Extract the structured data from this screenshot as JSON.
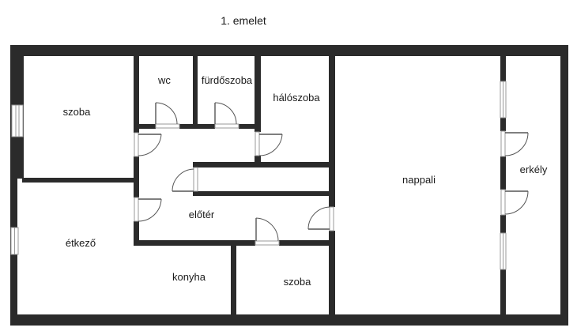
{
  "floor": {
    "title": "1. emelet"
  },
  "rooms": {
    "szoba_1": "szoba",
    "wc": "wc",
    "furdoszoba": "fürdőszoba",
    "haloszoba": "hálószoba",
    "nappali": "nappali",
    "erkely": "erkély",
    "eloter": "előtér",
    "etkezo": "étkező",
    "konyha": "konyha",
    "szoba_2": "szoba"
  }
}
